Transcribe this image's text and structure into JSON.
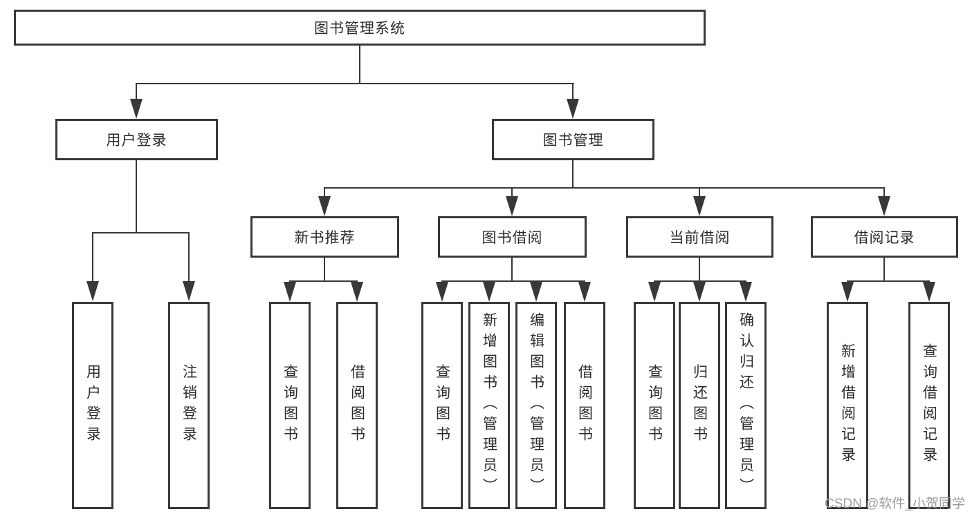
{
  "diagram": {
    "tree": {
      "root": {
        "label": "图书管理系统",
        "children": [
          {
            "label": "用户登录",
            "children": [
              {
                "label": "用户登录"
              },
              {
                "label": "注销登录"
              }
            ]
          },
          {
            "label": "图书管理",
            "children": [
              {
                "label": "新书推荐",
                "children": [
                  {
                    "label": "查询图书"
                  },
                  {
                    "label": "借阅图书"
                  }
                ]
              },
              {
                "label": "图书借阅",
                "children": [
                  {
                    "label": "查询图书"
                  },
                  {
                    "label": "新增图书（管理员）"
                  },
                  {
                    "label": "编辑图书（管理员）"
                  },
                  {
                    "label": "借阅图书"
                  }
                ]
              },
              {
                "label": "当前借阅",
                "children": [
                  {
                    "label": "查询图书"
                  },
                  {
                    "label": "归还图书"
                  },
                  {
                    "label": "确认归还（管理员）"
                  }
                ]
              },
              {
                "label": "借阅记录",
                "children": [
                  {
                    "label": "新增借阅记录"
                  },
                  {
                    "label": "查询借阅记录"
                  }
                ]
              }
            ]
          }
        ]
      }
    },
    "colors": {
      "line": "#383838",
      "text": "#2b2b2b",
      "background": "#ffffff",
      "watermark_gray": "#9b9b9b"
    }
  },
  "watermark": {
    "text": "CSDN @软件_小贺同学"
  }
}
